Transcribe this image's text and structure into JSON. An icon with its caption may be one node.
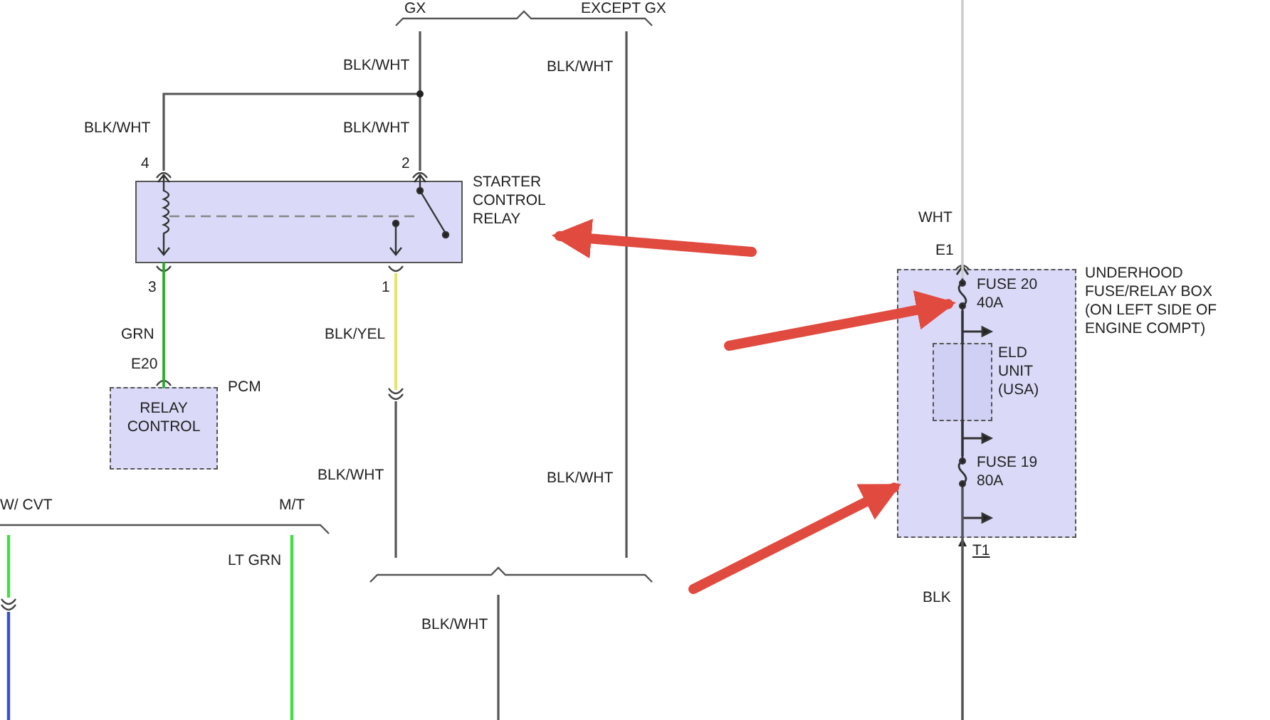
{
  "diagram": {
    "nodes": [
      {
        "text": [
          "STARTER CONTROL RELAY"
        ]
      },
      {
        "text": [
          "RELAY CONTROL"
        ],
        "beside": [
          "PCM"
        ]
      },
      {
        "text": [
          "UNDERHOOD FUSE/RELAY BOX (ON LEFT SIDE OF ENGINE COMPT)"
        ]
      },
      {
        "text": [
          "FUSE 20",
          "40A"
        ],
        "in": 2
      },
      {
        "text": [
          "ELD UNIT (USA)"
        ],
        "in": 2
      },
      {
        "text": [
          "FUSE 19",
          "80A"
        ],
        "in": 2
      }
    ],
    "edges": [
      {
        "from": 0,
        "to": 1,
        "arrow": "none",
        "label": "GRN",
        "color": "#22aa22"
      },
      {
        "from": 3,
        "to": 4,
        "arrow": "none",
        "color": "#333333"
      },
      {
        "from": 4,
        "to": 5,
        "arrow": "none",
        "color": "#333333"
      },
      {
        "from": null,
        "to": 0,
        "arrow": "to",
        "style": "thick",
        "color": "#e04a3f"
      },
      {
        "from": null,
        "to": 3,
        "arrow": "to",
        "style": "thick",
        "color": "#e04a3f"
      },
      {
        "from": null,
        "to": 2,
        "arrow": "to",
        "style": "thick",
        "color": "#e04a3f"
      },
      {
        "from": null,
        "to": 3,
        "arrow": "none",
        "color": "#cccccc"
      },
      {
        "from": 5,
        "to": null,
        "arrow": "none",
        "color": "#555555"
      }
    ],
    "labels": [
      "GX",
      "EXCEPT GX",
      "BLK/WHT",
      "BLK/WHT",
      "BLK/WHT",
      "BLK/WHT",
      "4",
      "2",
      "WHT",
      "E1",
      "3",
      "1",
      "BLK/YEL",
      "E20",
      "BLK/WHT",
      "BLK/WHT",
      "W/ CVT",
      "M/T",
      "LT GRN",
      "T1",
      "BLK",
      "BLK/WHT"
    ]
  }
}
